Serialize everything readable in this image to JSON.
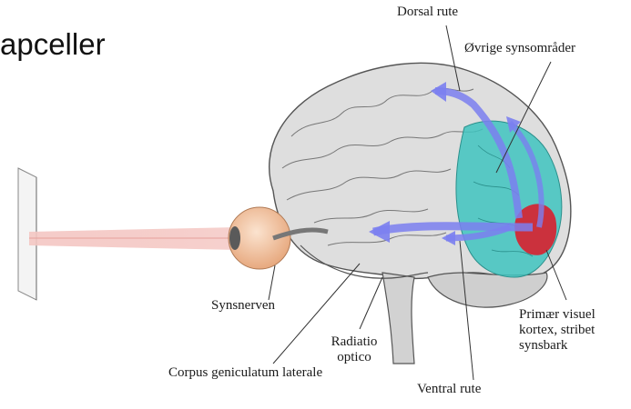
{
  "slide": {
    "title_fragment": "apceller"
  },
  "labels": {
    "dorsal": "Dorsal rute",
    "ovrige": "Øvrige synsområder",
    "synsnerven": "Synsnerven",
    "radiatio_line1": "Radiatio",
    "radiatio_line2": "optico",
    "corpus": "Corpus geniculatum laterale",
    "ventral": "Ventral rute",
    "primaer_line1": "Primær visuel",
    "primaer_line2": "kortex, stribet",
    "primaer_line3": "synsbark"
  },
  "colors": {
    "visual_cortex_area": "#3fc4c0",
    "primary_cortex": "#d8202f",
    "pathway_arrows": "#7b7ff0",
    "eye": "#f5c9a6",
    "light_cone": "#f2b8b4",
    "brain": "#d9d9d9"
  }
}
